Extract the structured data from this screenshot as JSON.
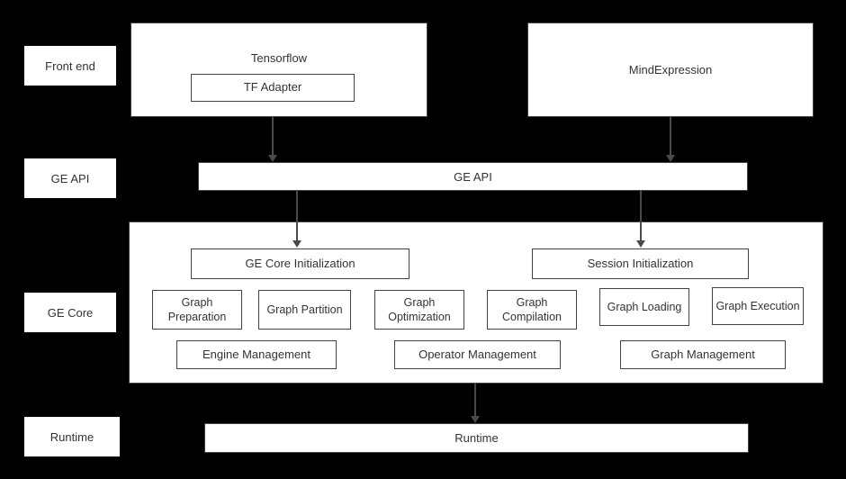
{
  "colors": {
    "background": "#000000",
    "box_background": "#ffffff",
    "box_border": "#424242",
    "text": "#333333",
    "arrow": "#4a4a4a"
  },
  "side_labels": [
    "Front end",
    "GE API",
    "GE Core",
    "Runtime"
  ],
  "frontend": {
    "tensorflow_label": "Tensorflow",
    "tf_adapter_label": "TF Adapter",
    "mindexpression_label": "MindExpression"
  },
  "ge_api": {
    "label": "GE API"
  },
  "ge_core": {
    "init_boxes": [
      "GE Core Initialization",
      "Session Initialization"
    ],
    "stage_boxes": [
      "Graph Preparation",
      "Graph Partition",
      "Graph Optimization",
      "Graph Compilation",
      "Graph Loading",
      "Graph Execution"
    ],
    "management_boxes": [
      "Engine Management",
      "Operator Management",
      "Graph Management"
    ]
  },
  "runtime": {
    "label": "Runtime"
  }
}
